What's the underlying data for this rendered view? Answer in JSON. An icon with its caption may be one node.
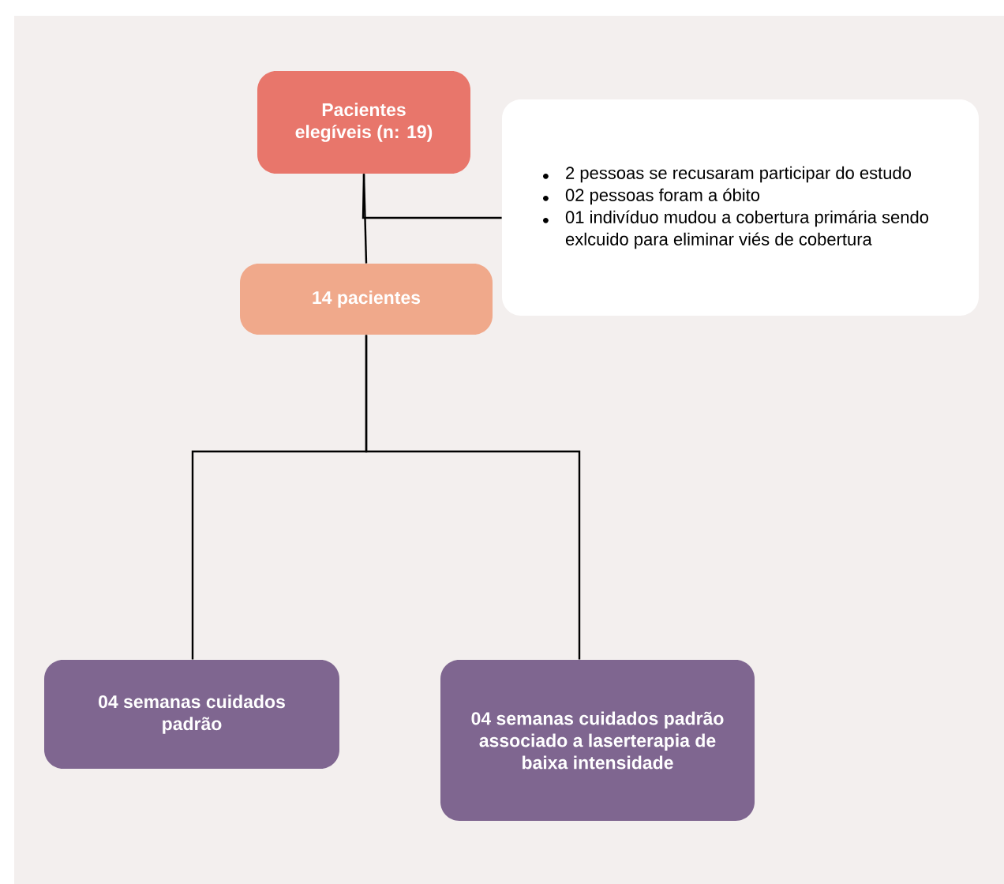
{
  "diagram": {
    "nodes": [
      {
        "text": [
          "Pacientes elegíveis (n: 19)"
        ]
      },
      {
        "text": [
          "2 pessoas se recusaram participar do estudo",
          "02 pessoas foram a óbito",
          "01 indivíduo mudou a cobertura primária sendo exlcuido para eliminar viés de cobertura"
        ]
      },
      {
        "text": [
          "14 pacientes"
        ]
      },
      {
        "text": [
          "04 semanas cuidados padrão"
        ]
      },
      {
        "text": [
          "04 semanas cuidados padrão associado a laserterapia de baixa intensidade"
        ]
      }
    ],
    "edges": [
      {
        "from": 0,
        "to": 2,
        "arrow": "none"
      },
      {
        "from": 0,
        "to": 1,
        "arrow": "none"
      },
      {
        "from": 2,
        "to": 3,
        "arrow": "none"
      },
      {
        "from": 2,
        "to": 4,
        "arrow": "none"
      }
    ]
  }
}
